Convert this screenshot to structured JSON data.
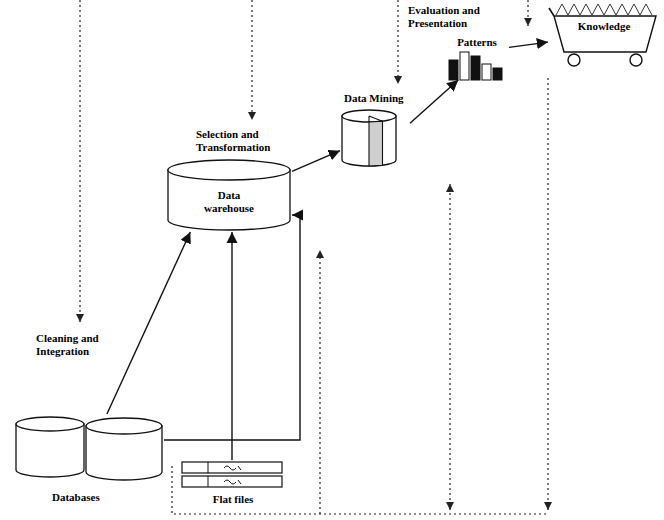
{
  "diagram": {
    "nodes": [
      {
        "text": [
          "Databases"
        ]
      },
      {
        "text": [
          "Flat files"
        ]
      },
      {
        "text": [
          "Data warehouse"
        ]
      },
      {
        "text": [
          "Data Mining"
        ]
      },
      {
        "text": [
          "Patterns"
        ]
      },
      {
        "text": [
          "Knowledge"
        ]
      }
    ],
    "edges": [
      {
        "from": 0,
        "to": 2,
        "label": "Cleaning and Integration",
        "arrow": "to"
      },
      {
        "from": 1,
        "to": 2,
        "arrow": "to"
      },
      {
        "from": 0,
        "to": 2,
        "arrow": "to"
      },
      {
        "from": 2,
        "to": 3,
        "label": "Selection and Transformation",
        "arrow": "to"
      },
      {
        "from": 3,
        "to": 4,
        "arrow": "to"
      },
      {
        "from": 4,
        "to": 5,
        "label": "Evaluation and Presentation",
        "arrow": "to"
      }
    ]
  }
}
